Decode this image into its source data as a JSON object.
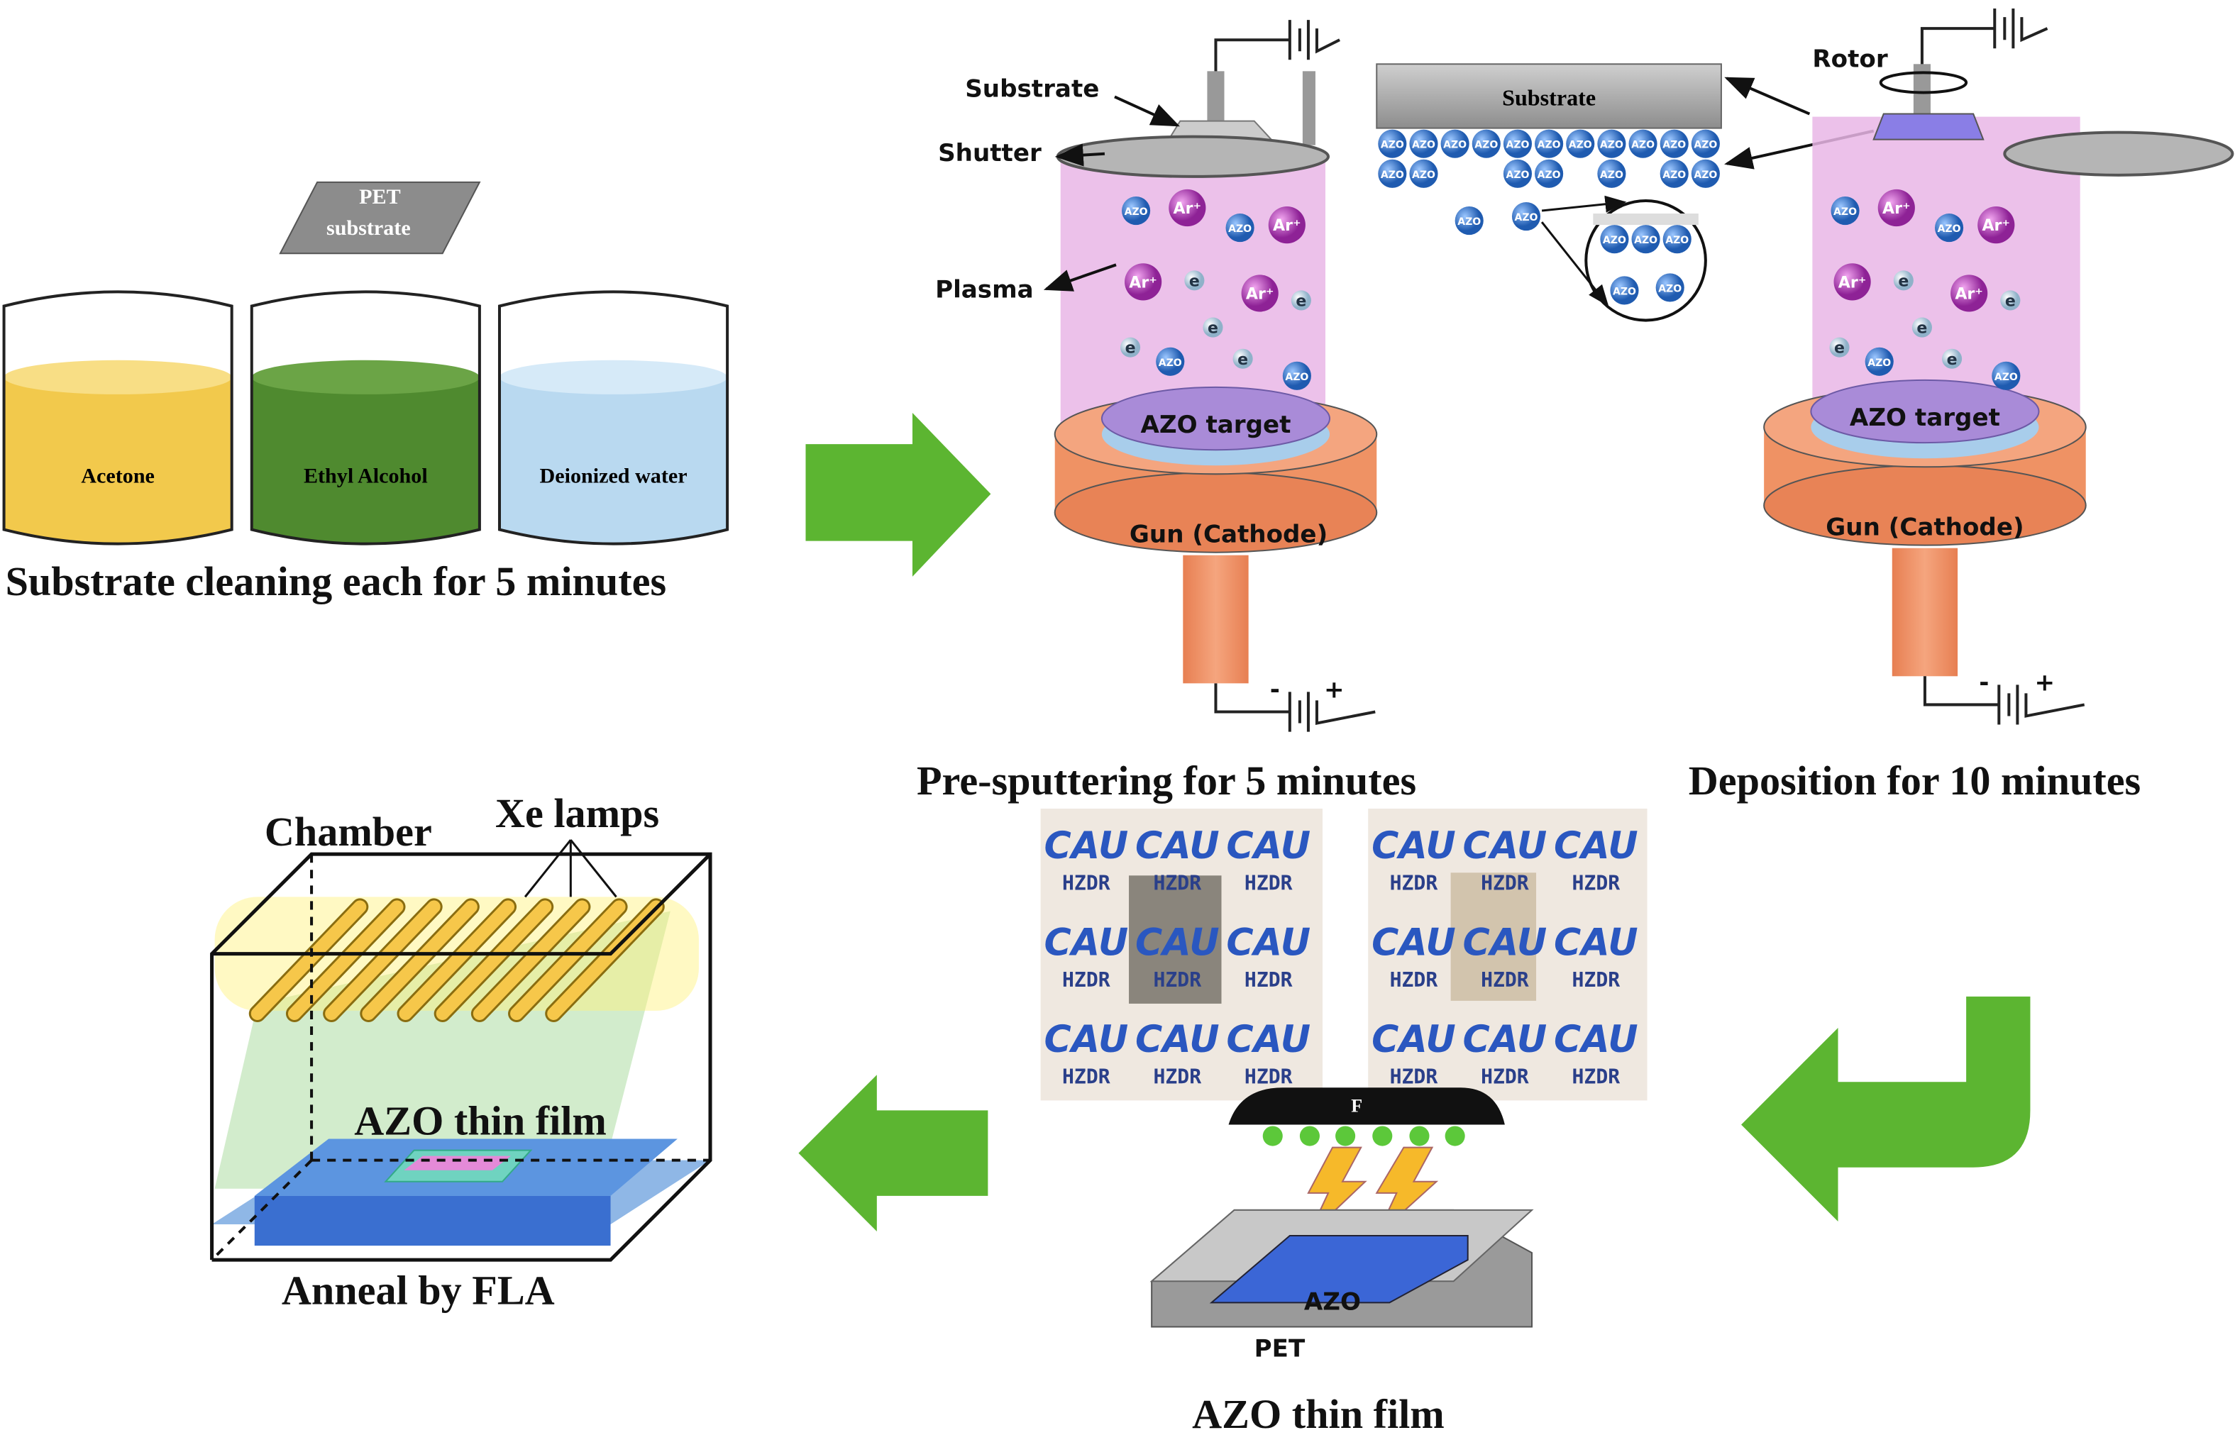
{
  "colors": {
    "acetone": "#f2c94c",
    "ethyl_alcohol": "#4f8a2f",
    "deionized_water": "#b9d9f0",
    "plasma": "#e9b6e6",
    "gun": "#ef9264",
    "target": "#a98bd8",
    "azo_particle": "#2f6fc4",
    "ar_particle": "#b43fb7",
    "arrow_green": "#5cb531",
    "lamp": "#f6c74a"
  },
  "cleaning": {
    "pet_substrate": [
      "PET",
      "substrate"
    ],
    "beakers": [
      "Acetone",
      "Ethyl Alcohol",
      "Deionized water"
    ],
    "caption": "Substrate cleaning each for 5 minutes"
  },
  "presputter": {
    "substrate_label": "Substrate",
    "shutter_label": "Shutter",
    "plasma_label": "Plasma",
    "target_label": "AZO target",
    "gun_label": "Gun (Cathode)",
    "minus": "-",
    "plus": "+",
    "caption": "Pre-sputtering for 5 minutes"
  },
  "deposition": {
    "substrate_label": "Substrate",
    "rotor_label": "Rotor",
    "target_label": "AZO target",
    "gun_label": "Gun (Cathode)",
    "minus": "-",
    "plus": "+",
    "caption": "Deposition for 10 minutes"
  },
  "particles": {
    "azo": "AZO",
    "ar": "Ar⁺",
    "electron": "e"
  },
  "photos": {
    "logo_top": "CAU",
    "logo_bottom": "HZDR"
  },
  "flash": {
    "lamp_label": "F",
    "film_label": "AZO",
    "base_label": "PET",
    "caption": "AZO thin film"
  },
  "anneal": {
    "chamber_label": "Chamber",
    "lamps_label": "Xe lamps",
    "film_label": "AZO thin film",
    "caption": "Anneal by FLA"
  }
}
